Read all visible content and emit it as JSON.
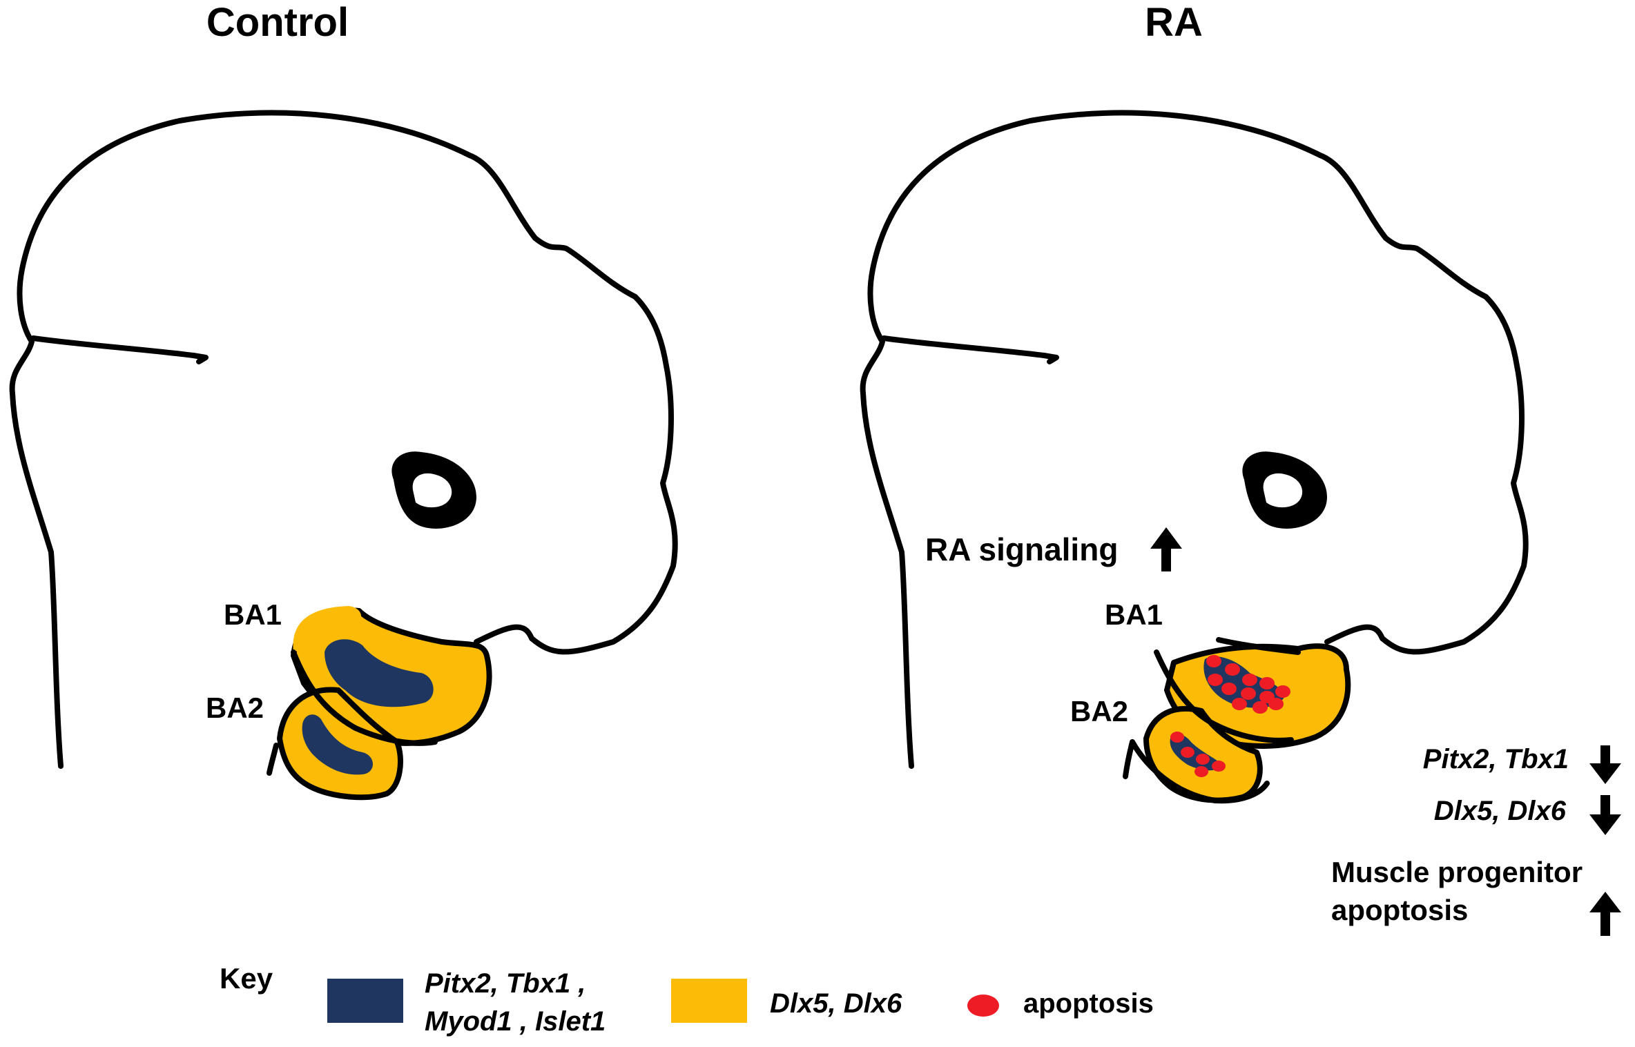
{
  "panels": {
    "control": {
      "title": "Control",
      "ba1": "BA1",
      "ba2": "BA2"
    },
    "ra": {
      "title": "RA",
      "ba1": "BA1",
      "ba2": "BA2",
      "signaling": "RA signaling",
      "pitx_tbx": "Pitx2, Tbx1",
      "dlx": "Dlx5, Dlx6",
      "muscle_line1": "Muscle progenitor",
      "muscle_line2": "apoptosis"
    }
  },
  "key": {
    "title": "Key",
    "navy_line1": "Pitx2, Tbx1 ,",
    "navy_line2": "Myod1 , Islet1",
    "yellow_label": "Dlx5, Dlx6",
    "red_label": "apoptosis"
  },
  "colors": {
    "navy": "#1f3760",
    "yellow": "#fbbb06",
    "red": "#ee1c24",
    "outline": "#000000"
  },
  "icons": {
    "arrow_up": "arrow-up-icon",
    "arrow_down": "arrow-down-icon"
  }
}
